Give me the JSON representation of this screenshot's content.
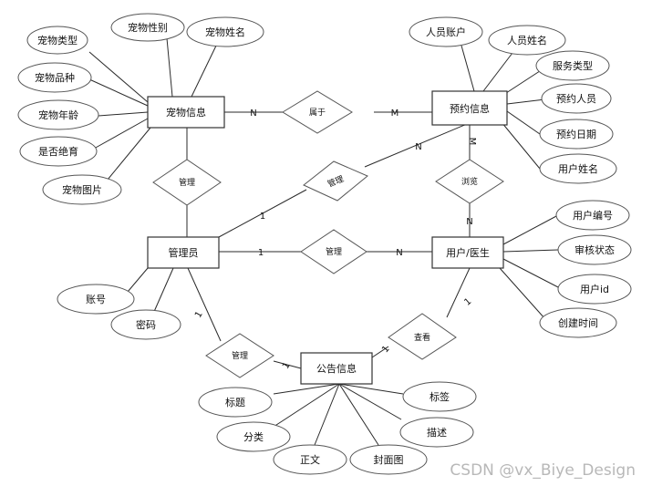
{
  "entities": {
    "pet_info": "宠物信息",
    "appointment_info": "预约信息",
    "admin": "管理员",
    "user_doctor": "用户/医生",
    "notice_info": "公告信息"
  },
  "attributes": {
    "pet_type": "宠物类型",
    "pet_gender": "宠物性别",
    "pet_name": "宠物姓名",
    "pet_breed": "宠物品种",
    "pet_age": "宠物年龄",
    "pet_sterilized": "是否绝育",
    "pet_image": "宠物图片",
    "staff_account": "人员账户",
    "staff_name": "人员姓名",
    "service_type": "服务类型",
    "booking_person": "预约人员",
    "booking_date": "预约日期",
    "user_name": "用户姓名",
    "user_number": "用户编号",
    "review_status": "审核状态",
    "user_id": "用户id",
    "create_time": "创建时间",
    "account": "账号",
    "password": "密码",
    "title": "标题",
    "category": "分类",
    "body": "正文",
    "cover_image": "封面图",
    "tag": "标签",
    "description": "描述"
  },
  "relationships": {
    "belongs": "属于",
    "manage_pet": "管理",
    "manage_appt": "管理",
    "browse": "浏览",
    "manage_user": "管理",
    "manage_notice": "管理",
    "view_notice": "查看"
  },
  "cardinalities": {
    "pet_belongs": "N",
    "appt_belongs": "M",
    "admin_appt": "1",
    "appt_admin": "N",
    "appt_browse": "M",
    "user_browse": "N",
    "admin_user": "1",
    "user_admin": "N",
    "admin_notice": "1",
    "notice_admin": "1",
    "notice_user": "1",
    "user_notice": "1"
  },
  "watermark": "CSDN @vx_Biye_Design"
}
